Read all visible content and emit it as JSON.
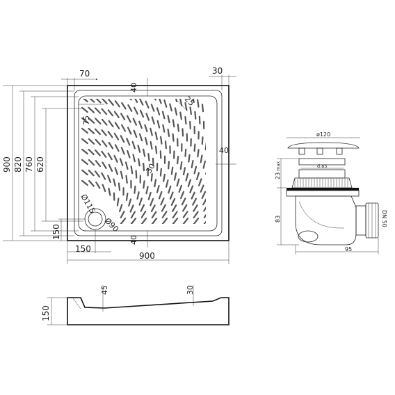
{
  "plan": {
    "top_left": "70",
    "top_right": "30",
    "top_rim": "40",
    "bottom_rim": "40",
    "right_rim": "40",
    "corner": "25",
    "inner_offset": "75",
    "radius": "30",
    "drain_d1": "Ø115",
    "drain_d2": "Ø90",
    "drain_offset": "150",
    "side_150": "150",
    "overall_w": "900",
    "heights": [
      "900",
      "820",
      "760",
      "620"
    ]
  },
  "profile": {
    "height": "150",
    "left": "45",
    "right": "30"
  },
  "trap": {
    "cap_d": "ø120",
    "thread_d": "d.85",
    "depth": "23",
    "depth_suffix": "max",
    "height": "83",
    "length": "95",
    "outlet": "DN 50"
  }
}
